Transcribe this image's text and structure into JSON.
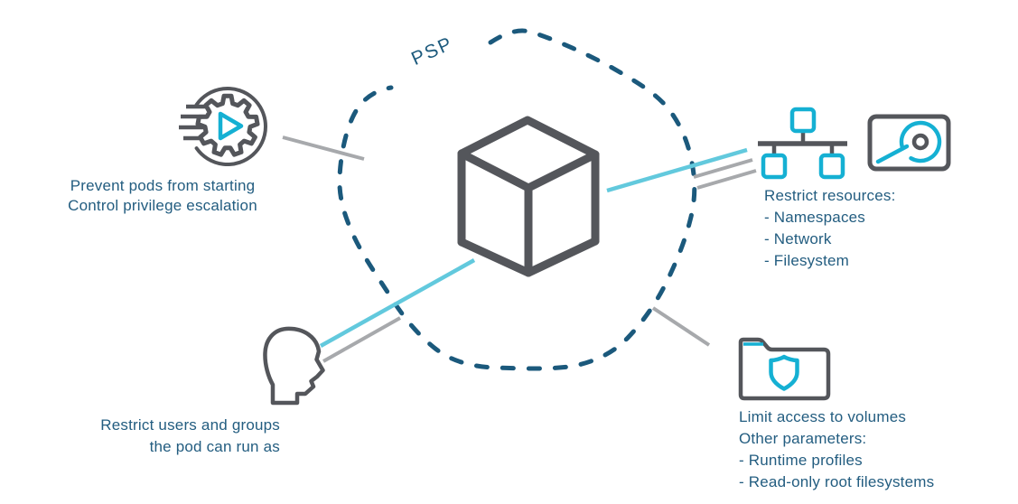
{
  "title": "PSP",
  "colors": {
    "ring_blue": "#1b597c",
    "text_blue": "#235d80",
    "icon_dark": "#54565b",
    "icon_cyan": "#15b0d3",
    "line_cyan": "#62c9dd",
    "line_gray": "#a7a9ac",
    "background": "#ffffff"
  },
  "labels": {
    "prevent": {
      "line1": "Prevent pods from starting",
      "line2": "Control privilege escalation"
    },
    "resources": {
      "title": "Restrict resources:",
      "items": [
        "- Namespaces",
        "- Network",
        "- Filesystem"
      ]
    },
    "users": {
      "line1": "Restrict users and groups",
      "line2": "the pod can run as"
    },
    "volumes": {
      "line1": "Limit access to volumes",
      "line2": "Other parameters:",
      "items": [
        "- Runtime profiles",
        "- Read-only root filesystems"
      ]
    }
  },
  "icons": {
    "center": "pod-cube-icon",
    "top_left": "gear-run-icon",
    "top_right_network": "network-tree-icon",
    "top_right_disk": "disk-icon",
    "bottom_left": "user-head-icon",
    "bottom_right": "folder-shield-icon"
  }
}
